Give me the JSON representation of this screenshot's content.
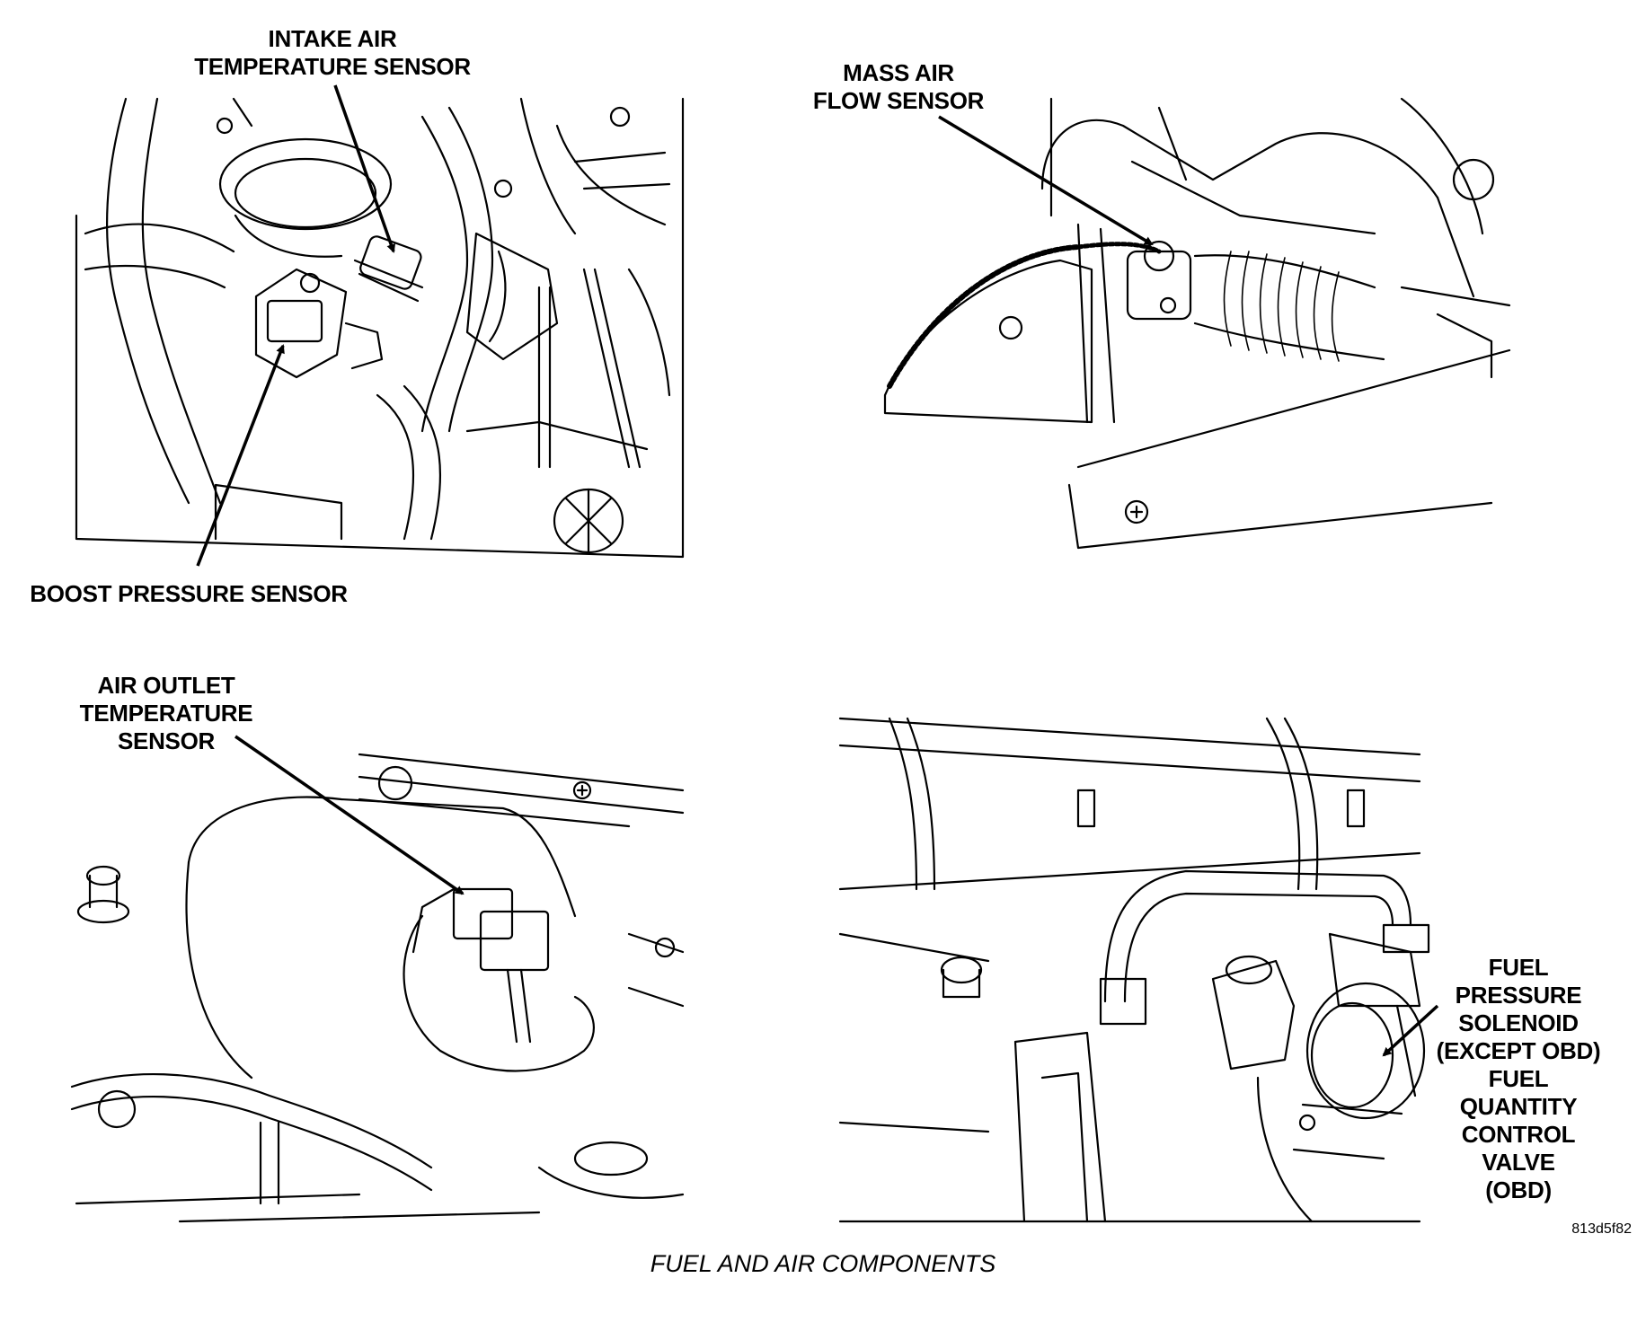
{
  "figure": {
    "caption": "FUEL AND AIR COMPONENTS",
    "figure_code": "813d5f82"
  },
  "callouts": {
    "intake_air_temp": "INTAKE AIR\nTEMPERATURE SENSOR",
    "boost_pressure": "BOOST PRESSURE SENSOR",
    "mass_air_flow": "MASS AIR\nFLOW SENSOR",
    "air_outlet_temp": "AIR OUTLET\nTEMPERATURE\nSENSOR",
    "fuel_pressure_solenoid": "FUEL\nPRESSURE\nSOLENOID\n(EXCEPT OBD)\nFUEL\nQUANTITY\nCONTROL\nVALVE\n(OBD)"
  }
}
